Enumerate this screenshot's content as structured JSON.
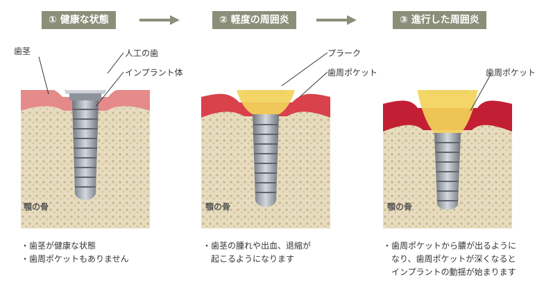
{
  "stages": [
    {
      "title": "① 健康な状態",
      "labels": {
        "gum": "歯茎",
        "crown": "人工の歯",
        "implant": "インプラント体"
      },
      "bone_label": "顎の骨",
      "bullets": [
        "・歯茎が健康な状態",
        "・歯周ポケットもありません"
      ]
    },
    {
      "title": "② 軽度の周囲炎",
      "labels": {
        "plaque": "プラーク",
        "pocket": "歯周ポケット"
      },
      "bone_label": "顎の骨",
      "bullets": [
        "・歯茎の腫れや出血、退縮が",
        "　起こるようになります"
      ]
    },
    {
      "title": "③ 進行した周囲炎",
      "labels": {
        "pocket": "歯周ポケット"
      },
      "bone_label": "顎の骨",
      "bullets": [
        "・歯周ポケットから膿が出るように",
        "　なり、歯周ポケットが深くなると",
        "　インプラントの動揺が始まります"
      ]
    }
  ],
  "colors": {
    "header_bg": "#8a8f79",
    "arrow": "#8a8f79",
    "gum_healthy": "#e58a8a",
    "gum_inflamed": "#d9414b",
    "gum_severe": "#c21f34",
    "bone": "#e8dcc0",
    "plaque": "#f2d35a",
    "crown": "#f4f4f6",
    "implant": "#9aa0a8"
  }
}
